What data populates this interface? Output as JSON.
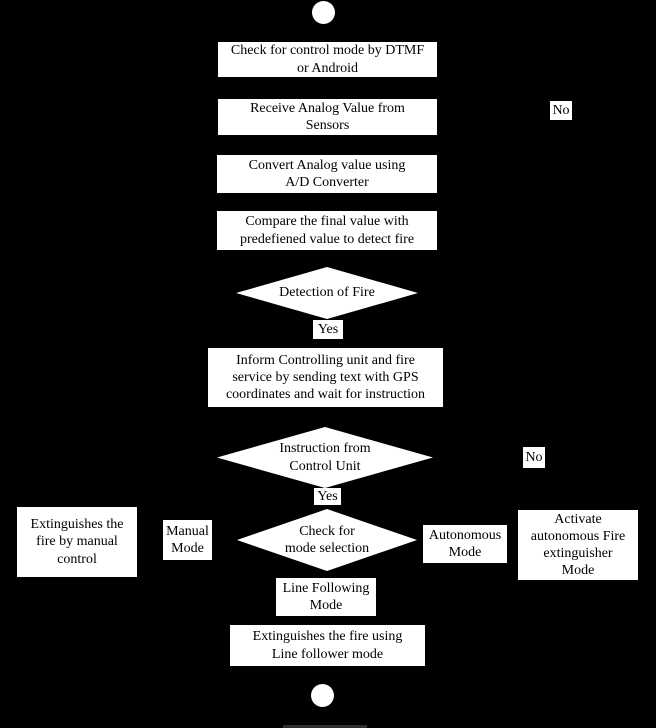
{
  "flowchart": {
    "colors": {
      "background": "#000000",
      "node_fill": "#ffffff",
      "node_text": "#000000",
      "artifact_line": "#2e2e2e"
    },
    "nodes": {
      "check_mode": "Check for control mode by DTMF\nor Android",
      "receive_analog": "Receive Analog Value from\nSensors",
      "convert_analog": "Convert Analog value using\nA/D Converter",
      "compare_value": "Compare the final value with\npredefiened value to detect fire",
      "inform_unit": "Inform Controlling unit and fire\nservice by sending text with GPS\ncoordinates and wait for instruction",
      "extinguish_manual": "Extinguishes the\nfire by manual\ncontrol",
      "manual_mode": "Manual\nMode",
      "autonomous_mode": "Autonomous\nMode",
      "activate_autonomous": "Activate\nautonomous Fire\nextinguisher\nMode",
      "line_following": "Line Following\nMode",
      "extinguish_line": "Extinguishes the fire using\nLine follower mode"
    },
    "decisions": {
      "detection_of_fire": "Detection of Fire",
      "instruction_from_control": "Instruction from\nControl Unit",
      "check_mode_selection": "Check for\nmode selection"
    },
    "edge_labels": {
      "yes_detection": "Yes",
      "yes_instruction": "Yes",
      "no_detection": "No",
      "no_instruction": "No"
    }
  }
}
